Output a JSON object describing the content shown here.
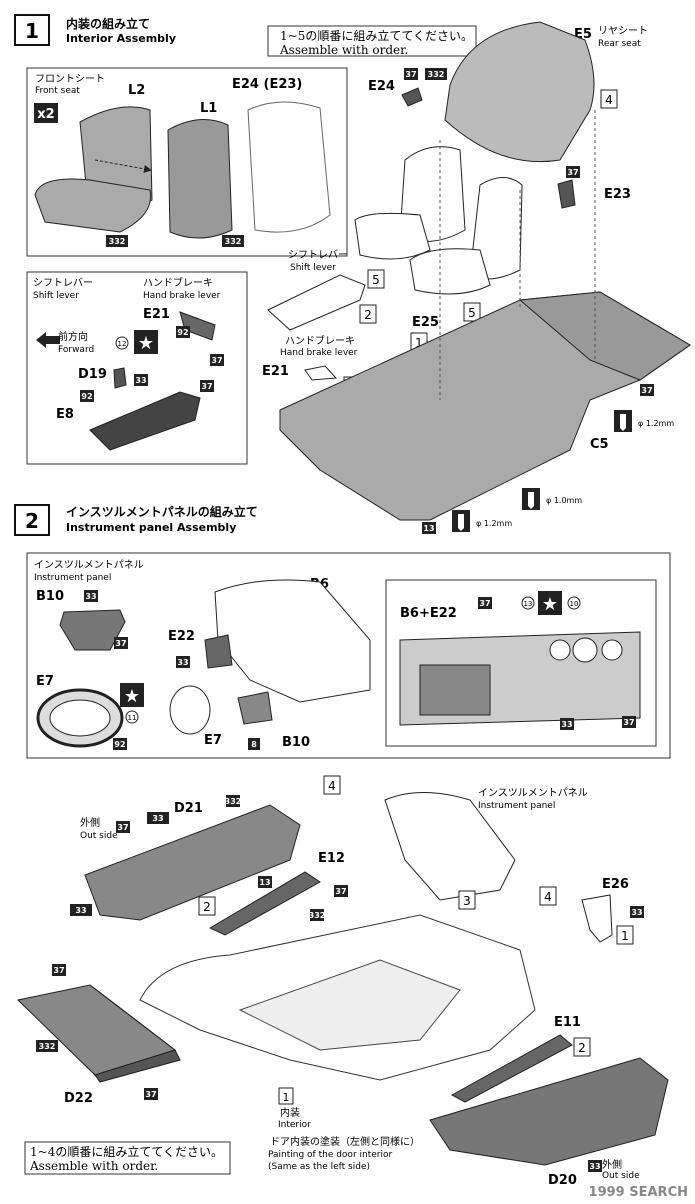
{
  "step1": {
    "number": "1",
    "title_jp": "内装の組み立て",
    "title_en": "Interior Assembly",
    "order_note_jp": "1~5の順番に組み立ててください。",
    "order_note_en": "Assemble with order.",
    "front_seat_jp": "フロントシート",
    "front_seat_en": "Front seat",
    "qty": "x2",
    "rear_seat_jp": "リヤシート",
    "rear_seat_en": "Rear seat",
    "parts": {
      "l2": "L2",
      "l1": "L1",
      "e24_e23": "E24 (E23)",
      "e24": "E24",
      "e5": "E5",
      "e23": "E23",
      "e21": "E21",
      "d19": "D19",
      "e8": "E8",
      "e25": "E25",
      "c5": "C5"
    },
    "shift_lever_jp": "シフトレバー",
    "shift_lever_en": "Shift lever",
    "hand_brake_jp": "ハンドブレーキ",
    "hand_brake_en": "Hand brake lever",
    "forward_jp": "前方向",
    "forward_en": "Forward",
    "dia_12a": "φ 1.2mm",
    "dia_10": "φ 1.0mm",
    "dia_12b": "φ 1.2mm",
    "order_steps": [
      "1",
      "2",
      "3",
      "4",
      "5",
      "5"
    ],
    "colors": [
      "332",
      "332",
      "332",
      "37",
      "37",
      "37",
      "92",
      "37",
      "12",
      "33",
      "92",
      "37",
      "92",
      "37",
      "13"
    ]
  },
  "step2": {
    "number": "2",
    "title_jp": "インスツルメントパネルの組み立て",
    "title_en": "Instrument panel Assembly",
    "panel_jp": "インスツルメントパネル",
    "panel_en": "Instrument panel",
    "parts": {
      "b10": "B10",
      "b6": "B6",
      "e22": "E22",
      "e7": "E7",
      "b10b": "B10",
      "e7b": "E7",
      "b6e22": "B6+E22",
      "d21": "D21",
      "e12": "E12",
      "e26": "E26",
      "d22": "D22",
      "e11": "E11",
      "d20": "D20"
    },
    "outside_jp": "外側",
    "outside_en": "Out side",
    "interior_jp": "内装",
    "interior_en": "Interior",
    "interior_step": "1",
    "door_jp": "ドア内装の塗装（左側と同様に）",
    "door_en1": "Painting of the door interior",
    "door_en2": "(Same as the left side)",
    "order_note_jp": "1~4の順番に組み立ててください。",
    "order_note_en": "Assemble with order.",
    "order_steps": [
      "4",
      "2",
      "3",
      "4",
      "1",
      "2"
    ],
    "colors": [
      "33",
      "37",
      "33",
      "92",
      "11",
      "8",
      "37",
      "13",
      "10",
      "33",
      "33",
      "37",
      "332",
      "33",
      "37",
      "13",
      "33",
      "37",
      "332",
      "37",
      "332",
      "37",
      "33"
    ]
  },
  "watermark": "1999 SEARCH"
}
